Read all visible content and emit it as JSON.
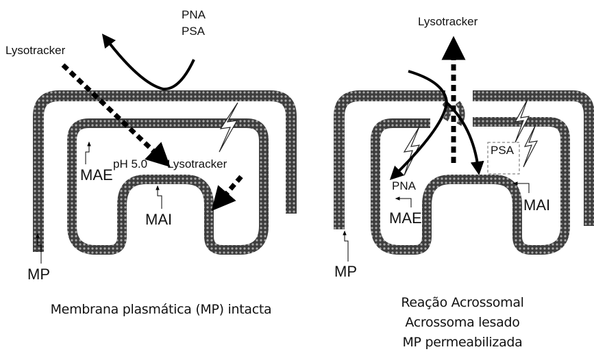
{
  "left_panel": {
    "pna": "PNA",
    "psa": "PSA",
    "lysotracker_top": "Lysotracker",
    "ph": "pH 5.0",
    "lysotracker_inside": "Lysotracker",
    "mae": "MAE",
    "mai": "MAI",
    "mp": "MP",
    "caption": "Membrana plasmática (MP) intacta"
  },
  "right_panel": {
    "lysotracker": "Lysotracker",
    "psa": "PSA",
    "pna": "PNA",
    "mae": "MAE",
    "mai": "MAI",
    "mp": "MP",
    "caption_line1": "Reação Acrossomal",
    "caption_line2": "Acrossoma lesado",
    "caption_line3": "MP permeabilizada"
  },
  "colors": {
    "membrane": "#3a3a3a",
    "membrane_texture": "#9a9a9a",
    "arrow": "#000000"
  }
}
